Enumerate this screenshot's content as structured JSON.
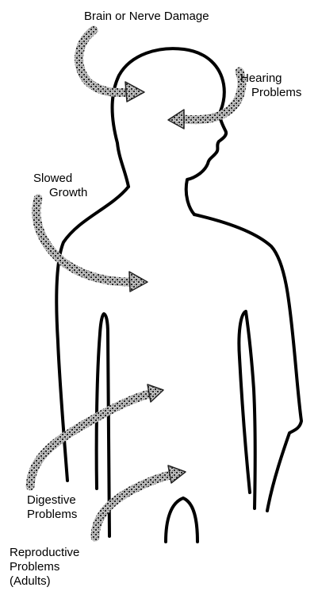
{
  "labels": {
    "brain": "Brain or Nerve Damage",
    "hearing_1": "Hearing",
    "hearing_2": "Problems",
    "growth_1": "Slowed",
    "growth_2": "Growth",
    "digestive_1": "Digestive",
    "digestive_2": "Problems",
    "reproductive_1": "Reproductive",
    "reproductive_2": "Problems",
    "reproductive_3": "(Adults)"
  },
  "colors": {
    "outline": "#000000",
    "arrow_fill": "#9a9a9a",
    "arrow_edge": "#222222"
  }
}
